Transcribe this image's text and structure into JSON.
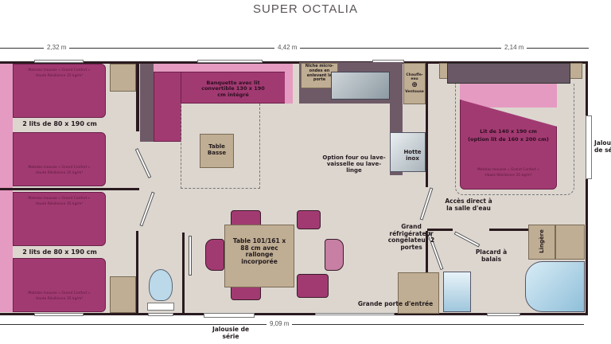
{
  "title": "SUPER OCTALIA",
  "dimensions": {
    "left": "2,32 m",
    "middle": "4,42 m",
    "right": "2,14 m",
    "total": "9,09 m"
  },
  "rooms": {
    "bunk_label_1": "2 lits de 80 x 190 cm",
    "bunk_label_2": "2 lits de 80 x 190 cm",
    "mattress_line1": "Matelas mousse « Grand Confort »",
    "mattress_line2": "Haute Résilience 35 kg/m³",
    "banquette": "Banquette avec lit convertible 130 x 190 cm intégré",
    "table_basse": "Table Basse",
    "niche": "Niche micro-ondes en enlevant la porte",
    "chauffe_eau": "Chauffe-eau",
    "ventouse": "Ventouse",
    "hotte": "Hotte inox",
    "option_four": "Option four ou lave-vaisselle ou lave-linge",
    "double_bed": "Lit de 140 x 190 cm",
    "double_bed_option": "(option lit de 160 x 200 cm)",
    "jalousie_right": "Jalousie de série",
    "table": "Table 101/161 x 88 cm avec rallonge incorporée",
    "acces": "Accès direct à la salle d'eau",
    "frigo": "Grand réfrigérateur congélateur 2 portes",
    "placard": "Placard à balais",
    "lingere": "Lingère",
    "porte": "Grande porte d'entrée",
    "jalousie_bottom": "Jalousie de série"
  }
}
